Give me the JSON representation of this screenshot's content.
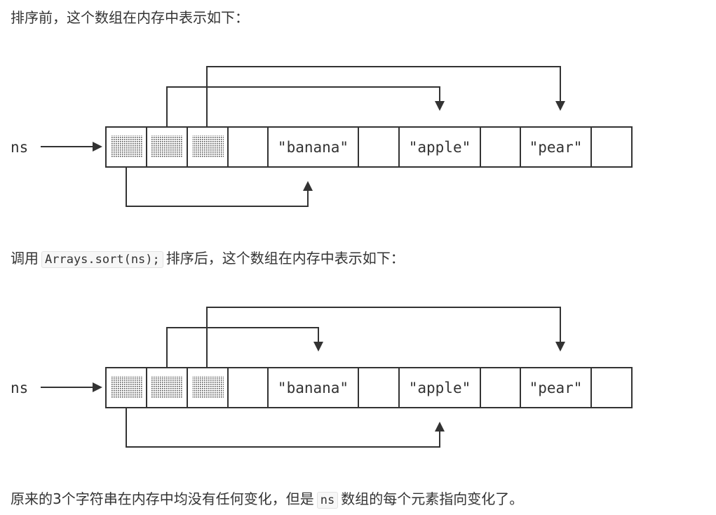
{
  "paragraph_before": "排序前，这个数组在内存中表示如下：",
  "paragraph_after_sort": {
    "prefix": "调用",
    "code": "Arrays.sort(ns);",
    "suffix": "排序后，这个数组在内存中表示如下："
  },
  "paragraph_conclusion": {
    "prefix": "原来的3个字符串在内存中均没有任何变化，但是",
    "code": "ns",
    "suffix": "数组的每个元素指向变化了。"
  },
  "diagram_before": {
    "variable": "ns",
    "strings": [
      "\"banana\"",
      "\"apple\"",
      "\"pear\""
    ],
    "pointers": [
      "banana",
      "apple",
      "pear"
    ]
  },
  "diagram_after": {
    "variable": "ns",
    "strings": [
      "\"banana\"",
      "\"apple\"",
      "\"pear\""
    ],
    "pointers": [
      "apple",
      "banana",
      "pear"
    ]
  }
}
